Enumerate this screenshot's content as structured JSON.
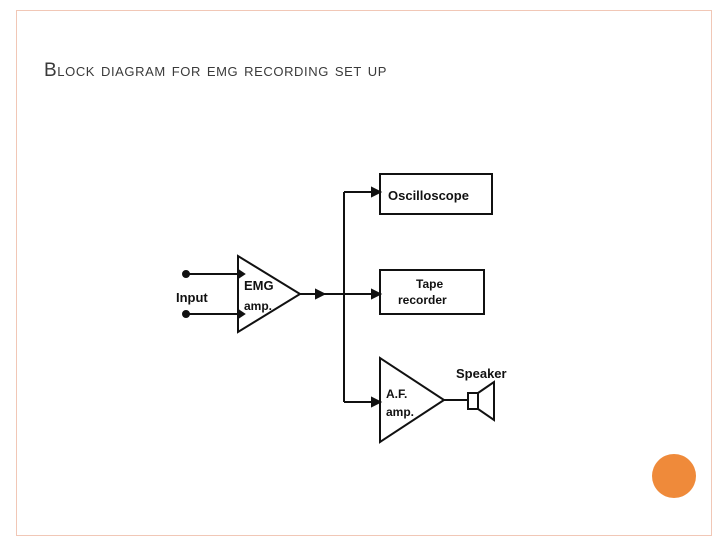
{
  "title": "Block diagram for emg recording set up",
  "diagram": {
    "input_label": "Input",
    "emg_amp": [
      "EMG",
      "amp."
    ],
    "oscilloscope_label": "Oscilloscope",
    "tape_recorder": [
      "Tape",
      "recorder"
    ],
    "af_amp": [
      "A.F.",
      "amp."
    ],
    "speaker_label": "Speaker"
  },
  "colors": {
    "frame": "#f1c7b6",
    "accent_circle": "#ef8a3a",
    "title_text": "#3a3a3a"
  }
}
